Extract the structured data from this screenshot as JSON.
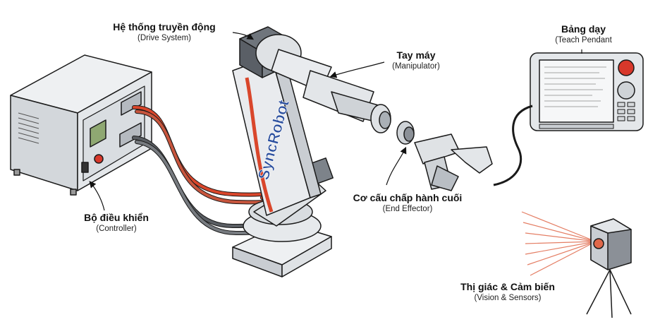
{
  "brand": "SyncRobot",
  "labels": {
    "drive_system": {
      "vi": "Hệ thống truyền động",
      "en": "(Drive System)"
    },
    "manipulator": {
      "vi": "Tay máy",
      "en": "(Manipulator)"
    },
    "teach_pendant": {
      "vi": "Bảng dạy",
      "en": "(Teach Pendant"
    },
    "end_effector": {
      "vi": "Cơ cấu chấp hành cuối",
      "en": "(End Effector)"
    },
    "controller": {
      "vi": "Bộ điều khiển",
      "en": "(Controller)"
    },
    "vision": {
      "vi": "Thị giác & Cảm biến",
      "en": "(Vision & Sensors)"
    }
  },
  "colors": {
    "outline": "#1a1a1a",
    "metal_light": "#e9ebee",
    "metal_mid": "#c9cdd2",
    "metal_dark": "#7d838a",
    "cable_red": "#d9462b",
    "cable_dark": "#5a5e63",
    "brand_blue": "#2b4f9e",
    "screen_green": "#8fa872",
    "estop_red": "#d8382b",
    "laser": "#e0684a"
  }
}
